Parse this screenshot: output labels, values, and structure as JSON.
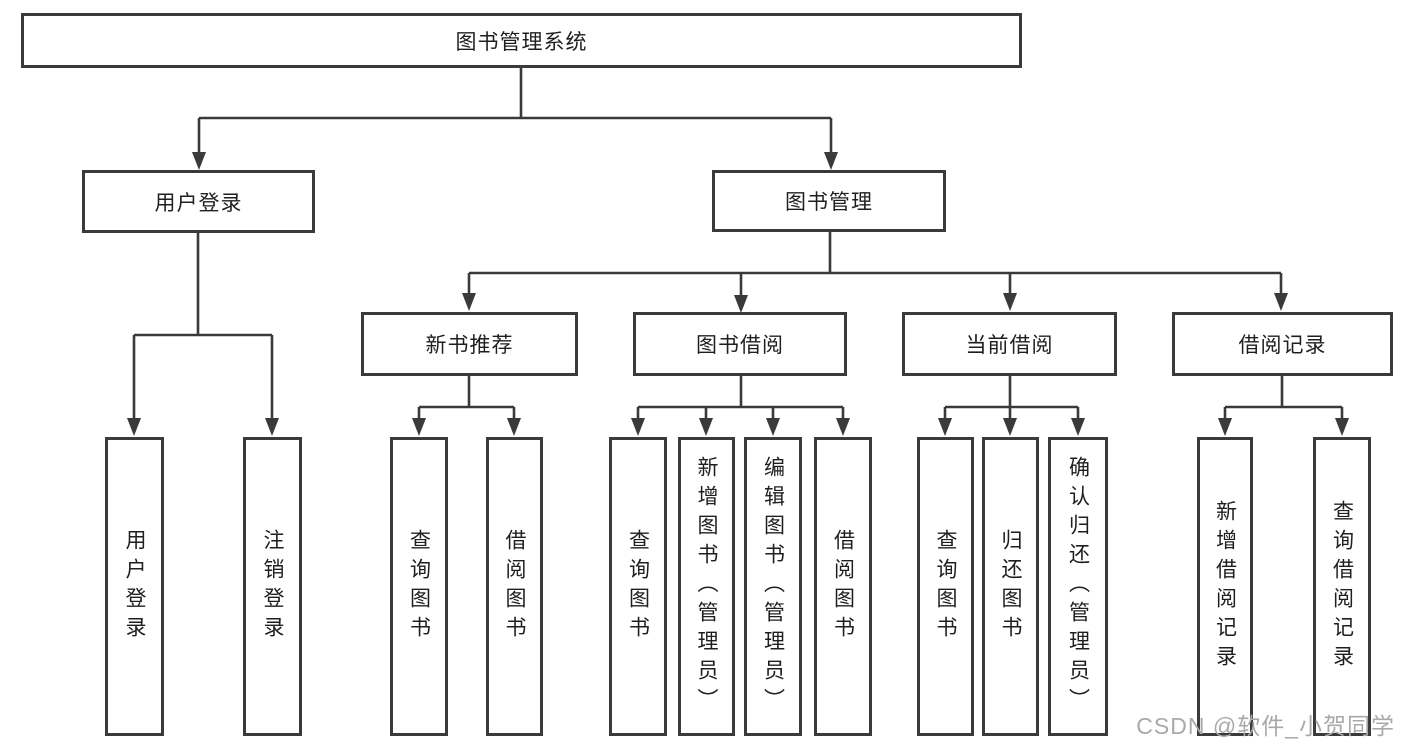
{
  "diagram": {
    "type": "hierarchy-tree",
    "root": {
      "label": "图书管理系统"
    },
    "level1": [
      {
        "id": "user_login",
        "label": "用户登录"
      },
      {
        "id": "book_mgmt",
        "label": "图书管理"
      }
    ],
    "level2": [
      {
        "id": "new_book",
        "label": "新书推荐",
        "parent": "book_mgmt"
      },
      {
        "id": "book_borrow",
        "label": "图书借阅",
        "parent": "book_mgmt"
      },
      {
        "id": "current_borrow",
        "label": "当前借阅",
        "parent": "book_mgmt"
      },
      {
        "id": "borrow_record",
        "label": "借阅记录",
        "parent": "book_mgmt"
      }
    ],
    "leaves": {
      "user_login": [
        "用户登录",
        "注销登录"
      ],
      "new_book": [
        "查询图书",
        "借阅图书"
      ],
      "book_borrow": [
        "查询图书",
        "新增图书（管理员）",
        "编辑图书（管理员）",
        "借阅图书"
      ],
      "current_borrow": [
        "查询图书",
        "归还图书",
        "确认归还（管理员）"
      ],
      "borrow_record": [
        "新增借阅记录",
        "查询借阅记录"
      ]
    },
    "watermark": "CSDN @软件_小贺同学",
    "colors": {
      "line": "#3a3a3a",
      "text": "#1f1f1f",
      "watermark": "#a9a9a9",
      "background": "#ffffff"
    }
  }
}
